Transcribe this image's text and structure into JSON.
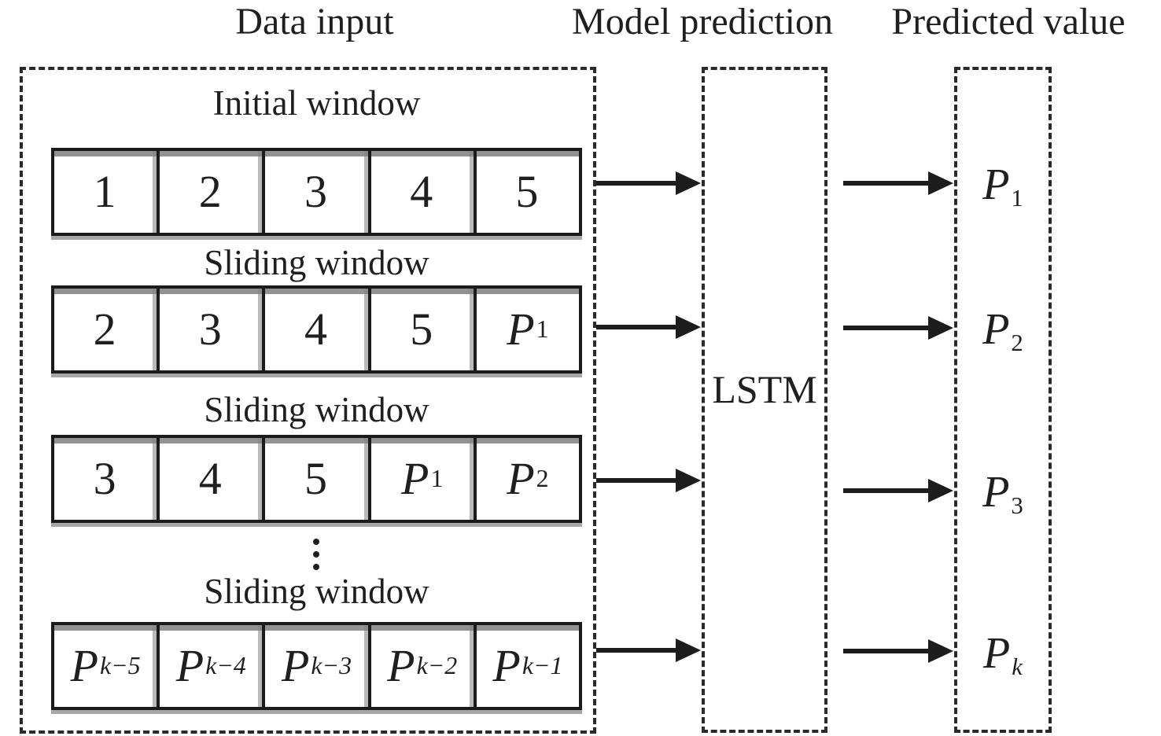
{
  "titles": {
    "data_input": "Data input",
    "model_prediction": "Model prediction",
    "predicted_value": "Predicted value"
  },
  "data_input_panel": {
    "windows": [
      {
        "label": "Initial window",
        "cells": [
          {
            "base": "1",
            "sub": ""
          },
          {
            "base": "2",
            "sub": ""
          },
          {
            "base": "3",
            "sub": ""
          },
          {
            "base": "4",
            "sub": ""
          },
          {
            "base": "5",
            "sub": ""
          }
        ]
      },
      {
        "label": "Sliding window",
        "cells": [
          {
            "base": "2",
            "sub": ""
          },
          {
            "base": "3",
            "sub": ""
          },
          {
            "base": "4",
            "sub": ""
          },
          {
            "base": "5",
            "sub": ""
          },
          {
            "base": "P",
            "sub": "1"
          }
        ]
      },
      {
        "label": "Sliding window",
        "cells": [
          {
            "base": "3",
            "sub": ""
          },
          {
            "base": "4",
            "sub": ""
          },
          {
            "base": "5",
            "sub": ""
          },
          {
            "base": "P",
            "sub": "1"
          },
          {
            "base": "P",
            "sub": "2"
          }
        ]
      },
      {
        "label": "Sliding window",
        "cells": [
          {
            "base": "P",
            "sub": "k−5"
          },
          {
            "base": "P",
            "sub": "k−4"
          },
          {
            "base": "P",
            "sub": "k−3"
          },
          {
            "base": "P",
            "sub": "k−2"
          },
          {
            "base": "P",
            "sub": "k−1"
          }
        ]
      }
    ],
    "ellipsis": "⋮"
  },
  "model_panel": {
    "label": "LSTM"
  },
  "predicted_panel": {
    "values": [
      {
        "base": "P",
        "sub": "1"
      },
      {
        "base": "P",
        "sub": "2"
      },
      {
        "base": "P",
        "sub": "3"
      },
      {
        "base": "P",
        "sub": "k"
      }
    ]
  },
  "colors": {
    "ink": "#1f1f1f",
    "line": "#1d1d1d",
    "scan_gray": "#8c8c8c",
    "background": "#ffffff"
  }
}
